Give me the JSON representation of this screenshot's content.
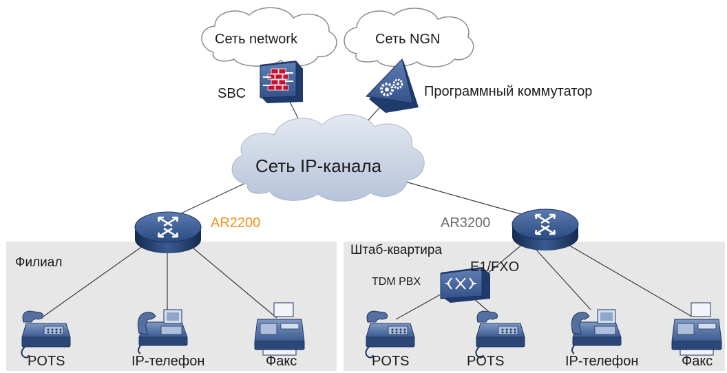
{
  "clouds": {
    "network_label": "Сеть network",
    "ngn_label": "Сеть NGN",
    "ip_label": "Сеть IP-канала"
  },
  "devices": {
    "sbc_label": "SBC",
    "softswitch_label": "Программный коммутатор",
    "ar2200_label": "AR2200",
    "ar3200_label": "AR3200",
    "tdm_pbx_label": "TDM PBX",
    "e1_fxo_label": "E1/FXO"
  },
  "sites": {
    "branch_label": "Филиал",
    "hq_label": "Штаб-квартира"
  },
  "terminals": {
    "branch": [
      {
        "label": "POTS"
      },
      {
        "label": "IP-телефон"
      },
      {
        "label": "Факс"
      }
    ],
    "hq": [
      {
        "label": "POTS"
      },
      {
        "label": "POTS"
      },
      {
        "label": "IP-телефон"
      },
      {
        "label": "Факс"
      }
    ]
  },
  "colors": {
    "ar2200_label": "#f39019",
    "ar3200_label": "#6b6b6b",
    "device_blue": "#3d5c8f",
    "site_area": "#e7e7e7",
    "cloud_fill": "#c9d3e4"
  }
}
